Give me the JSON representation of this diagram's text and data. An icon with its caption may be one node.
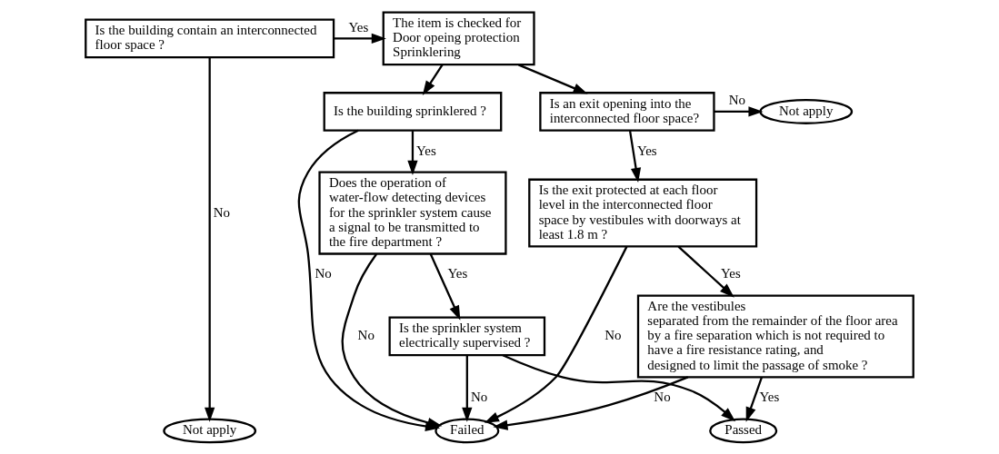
{
  "diagram": {
    "nodes": [
      {
        "text": [
          "Is the building contain an interconnected floor space ?"
        ]
      },
      {
        "text": [
          "The item is checked for",
          "Door opeing protection",
          "Sprinklering"
        ]
      },
      {
        "text": [
          "Is the building sprinklered ?"
        ]
      },
      {
        "text": [
          "Does the operation of water-flow detecting devices for the sprinkler system cause a signal to be transmitted to the fire department ?"
        ]
      },
      {
        "text": [
          "Is the sprinkler system electrically supervised ?"
        ]
      },
      {
        "text": [
          "Is an exit opening into the interconnected floor space?"
        ]
      },
      {
        "text": [
          "Not apply"
        ]
      },
      {
        "text": [
          "Failed"
        ]
      },
      {
        "text": [
          "Is the exit protected at each floor level in the interconnected floor space by vestibules with doorways at least 1.8 m ?"
        ]
      },
      {
        "text": [
          "Are the vestibules",
          "separated from the remainder of the floor area by a fire separation which is not required to have a fire resistance rating, and",
          "designed to limit the passage of smoke ?"
        ]
      },
      {
        "text": [
          "Not apply"
        ]
      },
      {
        "text": [
          "Passed"
        ]
      }
    ],
    "edges": [
      {
        "from": 0,
        "to": 1,
        "arrow": "to",
        "label": "Yes"
      },
      {
        "from": 0,
        "to": 10,
        "arrow": "to",
        "label": "No"
      },
      {
        "from": 1,
        "to": 5,
        "arrow": "to"
      },
      {
        "from": 1,
        "to": 2,
        "arrow": "to"
      },
      {
        "from": 2,
        "to": 7,
        "arrow": "to",
        "label": "No"
      },
      {
        "from": 2,
        "to": 3,
        "arrow": "to",
        "label": "Yes"
      },
      {
        "from": 5,
        "to": 6,
        "arrow": "to",
        "label": "No"
      },
      {
        "from": 5,
        "to": 8,
        "arrow": "to",
        "label": "Yes"
      },
      {
        "from": 3,
        "to": 7,
        "arrow": "to",
        "label": "No"
      },
      {
        "from": 8,
        "to": 7,
        "arrow": "to",
        "label": "No"
      },
      {
        "from": 3,
        "to": 4,
        "arrow": "to",
        "label": "Yes"
      },
      {
        "from": 8,
        "to": 9,
        "arrow": "to",
        "label": "Yes"
      },
      {
        "from": 4,
        "to": 7,
        "arrow": "to",
        "label": "No"
      },
      {
        "from": 9,
        "to": 7,
        "arrow": "to",
        "label": "No"
      },
      {
        "from": 4,
        "to": 11,
        "arrow": "to"
      },
      {
        "from": 9,
        "to": 11,
        "arrow": "to",
        "label": "Yes"
      }
    ]
  }
}
